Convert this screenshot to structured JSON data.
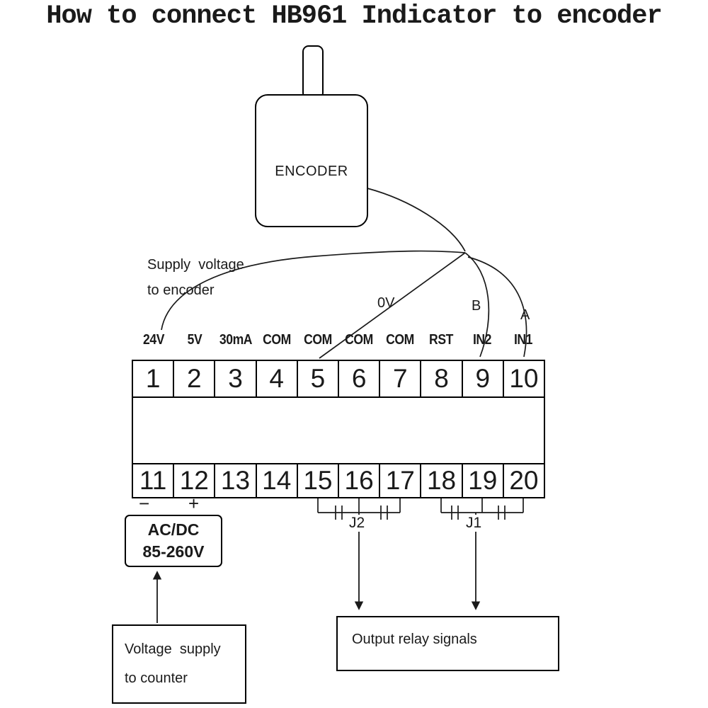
{
  "title": "How to connect HB961 Indicator to encoder",
  "colors": {
    "ink": "#1a1a1a",
    "background": "#ffffff"
  },
  "encoder": {
    "label": "ENCODER"
  },
  "notes": {
    "supply_line1": "Supply  voltage",
    "supply_line2": "to encoder",
    "zero_volt": "0V",
    "phase_b": "B",
    "phase_a": "A"
  },
  "terminal_labels": [
    "24V",
    "5V",
    "30mA",
    "COM",
    "COM",
    "COM",
    "COM",
    "RST",
    "IN2",
    "IN1"
  ],
  "terminals_top": [
    "1",
    "2",
    "3",
    "4",
    "5",
    "6",
    "7",
    "8",
    "9",
    "10"
  ],
  "terminals_bottom": [
    "11",
    "12",
    "13",
    "14",
    "15",
    "16",
    "17",
    "18",
    "19",
    "20"
  ],
  "polarity": {
    "minus": "−",
    "plus": "+"
  },
  "acdc_box": {
    "line1": "AC/DC",
    "line2": "85-260V"
  },
  "jumpers": {
    "j2": "J2",
    "j1": "J1"
  },
  "boxes": {
    "voltage_supply": {
      "line1": "Voltage  supply",
      "line2": "to counter"
    },
    "output_relay": {
      "label": "Output relay signals"
    }
  }
}
